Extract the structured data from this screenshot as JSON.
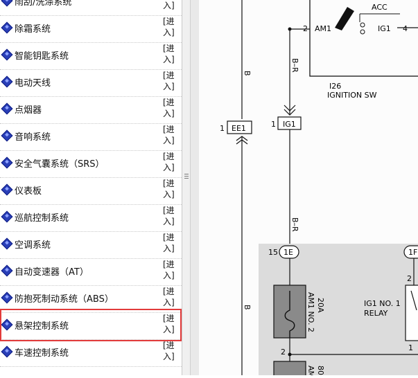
{
  "list": {
    "items": [
      {
        "label": "雨刮/洗涤系统",
        "enter": "[进入]"
      },
      {
        "label": "除霜系统",
        "enter": "[进入]"
      },
      {
        "label": "智能钥匙系统",
        "enter": "[进入]"
      },
      {
        "label": "电动天线",
        "enter": "[进入]"
      },
      {
        "label": "点烟器",
        "enter": "[进入]"
      },
      {
        "label": "音响系统",
        "enter": "[进入]"
      },
      {
        "label": "安全气囊系统（SRS）",
        "enter": "[进入]"
      },
      {
        "label": "仪表板",
        "enter": "[进入]"
      },
      {
        "label": "巡航控制系统",
        "enter": "[进入]"
      },
      {
        "label": "空调系统",
        "enter": "[进入]"
      },
      {
        "label": "自动变速器（AT）",
        "enter": "[进入]"
      },
      {
        "label": "防抱死制动系统（ABS）",
        "enter": "[进入]"
      },
      {
        "label": "悬架控制系统",
        "enter": "[进入]"
      },
      {
        "label": "车速控制系统",
        "enter": "[进入]"
      }
    ],
    "selected_index": 12,
    "item_icon": "blue-diamond-icon"
  },
  "diagram": {
    "acc": "ACC",
    "am1_pin": "2",
    "am1": "AM1",
    "ig1": "IG1",
    "ig1_pin": "4",
    "wire_b_left": "B",
    "wire_br_top": "B–R",
    "component_id": "I26",
    "component_name": "IGNITION SW",
    "ee1_pin": "1",
    "ee1": "EE1",
    "ig1_conn_pin": "1",
    "ig1_conn": "IG1",
    "wire_br_mid": "B–R",
    "conn15_pin": "15",
    "conn1e": "1E",
    "conn1f_partial": "1F",
    "fuse_rating": "20A",
    "fuse_name": "AM1 NO. 2",
    "relay_pin_top": "2",
    "relay_name_line1": "IG1 NO. 1",
    "relay_name_line2": "RELAY",
    "relay_pin_left": "1",
    "wire_b_lower": "B",
    "node_pin": "2",
    "fuse2_rating": "80",
    "fuse2_partial": "AM"
  }
}
